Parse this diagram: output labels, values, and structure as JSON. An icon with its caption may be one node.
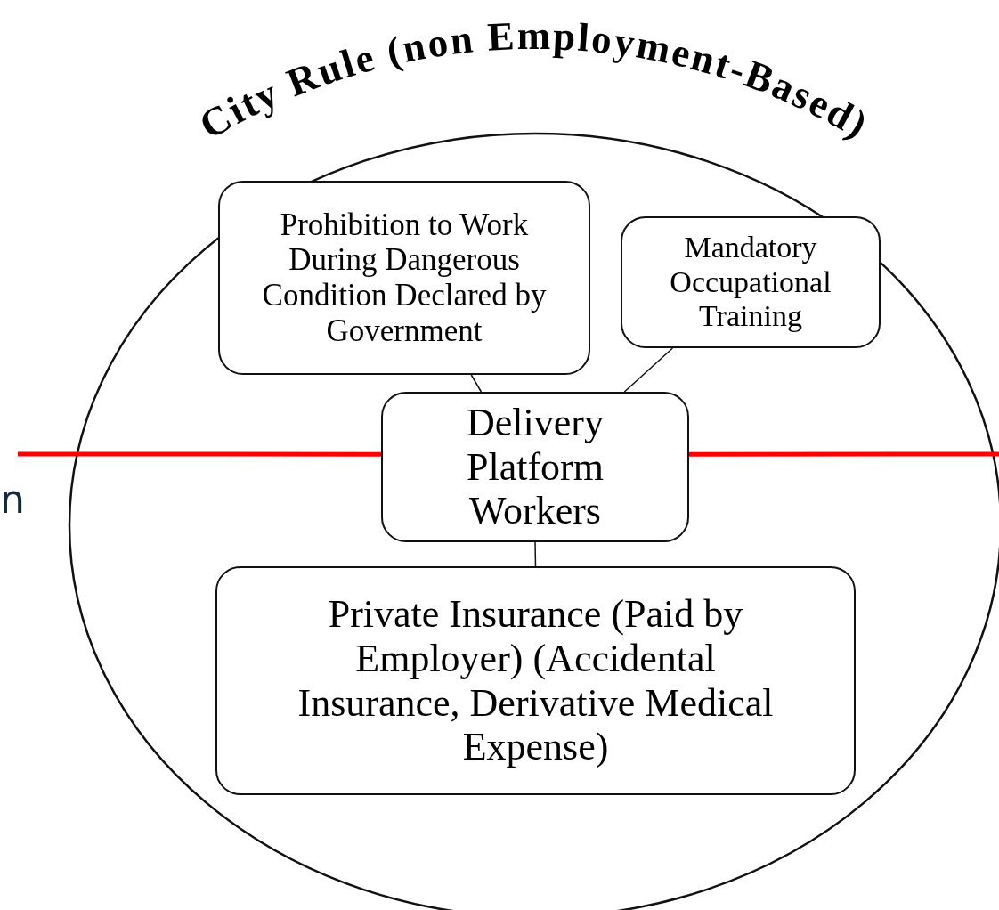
{
  "diagram": {
    "nodes": [
      {
        "text": [
          "City Rule (non Employment-Based)"
        ]
      },
      {
        "text": [
          "Prohibition to Work During Dangerous Condition Declared by Government"
        ],
        "in": 0
      },
      {
        "text": [
          "Mandatory Occupational Training"
        ],
        "in": 0
      },
      {
        "text": [
          "Delivery Platform Workers"
        ],
        "in": 0
      },
      {
        "text": [
          "Private Insurance (Paid by Employer) (Accidental Insurance, Derivative Medical Expense)"
        ],
        "in": 0
      }
    ],
    "edges": [
      {
        "from": 3,
        "to": 1,
        "arrow": "none"
      },
      {
        "from": 3,
        "to": 2,
        "arrow": "none"
      },
      {
        "from": 3,
        "to": 4,
        "arrow": "none"
      },
      {
        "from": null,
        "to": 3,
        "arrow": "none",
        "style": "thick",
        "color": "#ff0000"
      },
      {
        "from": 3,
        "to": null,
        "arrow": "none",
        "style": "thick",
        "color": "#ff0000"
      }
    ],
    "labels": [
      "n"
    ]
  }
}
